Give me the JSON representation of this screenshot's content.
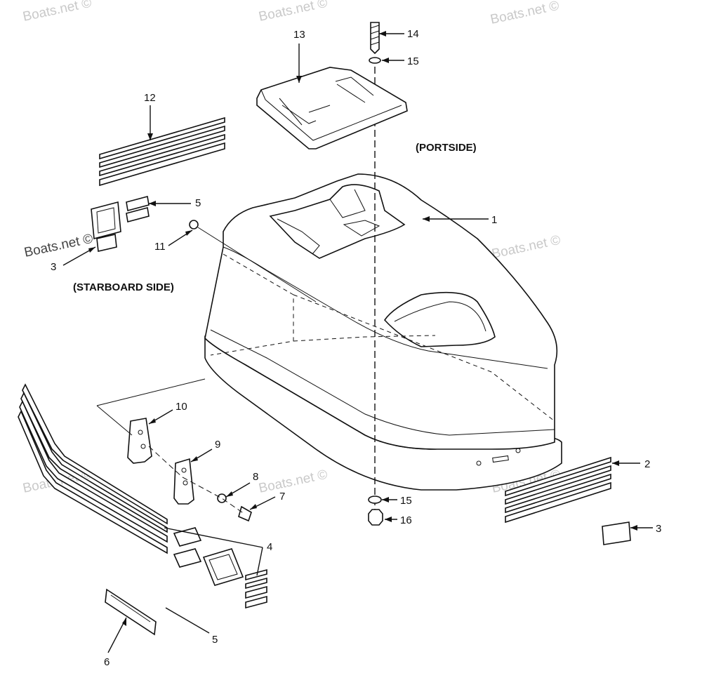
{
  "side_labels": {
    "portside": "(PORTSIDE)",
    "starboard": "(STARBOARD SIDE)"
  },
  "watermark": "Boats.net ©",
  "callouts": {
    "c1": "1",
    "c2": "2",
    "c3a": "3",
    "c3b": "3",
    "c4": "4",
    "c5a": "5",
    "c5b": "5",
    "c6": "6",
    "c7": "7",
    "c8": "8",
    "c9": "9",
    "c10": "10",
    "c11": "11",
    "c12": "12",
    "c13": "13",
    "c14": "14",
    "c15a": "15",
    "c15b": "15",
    "c16": "16"
  }
}
